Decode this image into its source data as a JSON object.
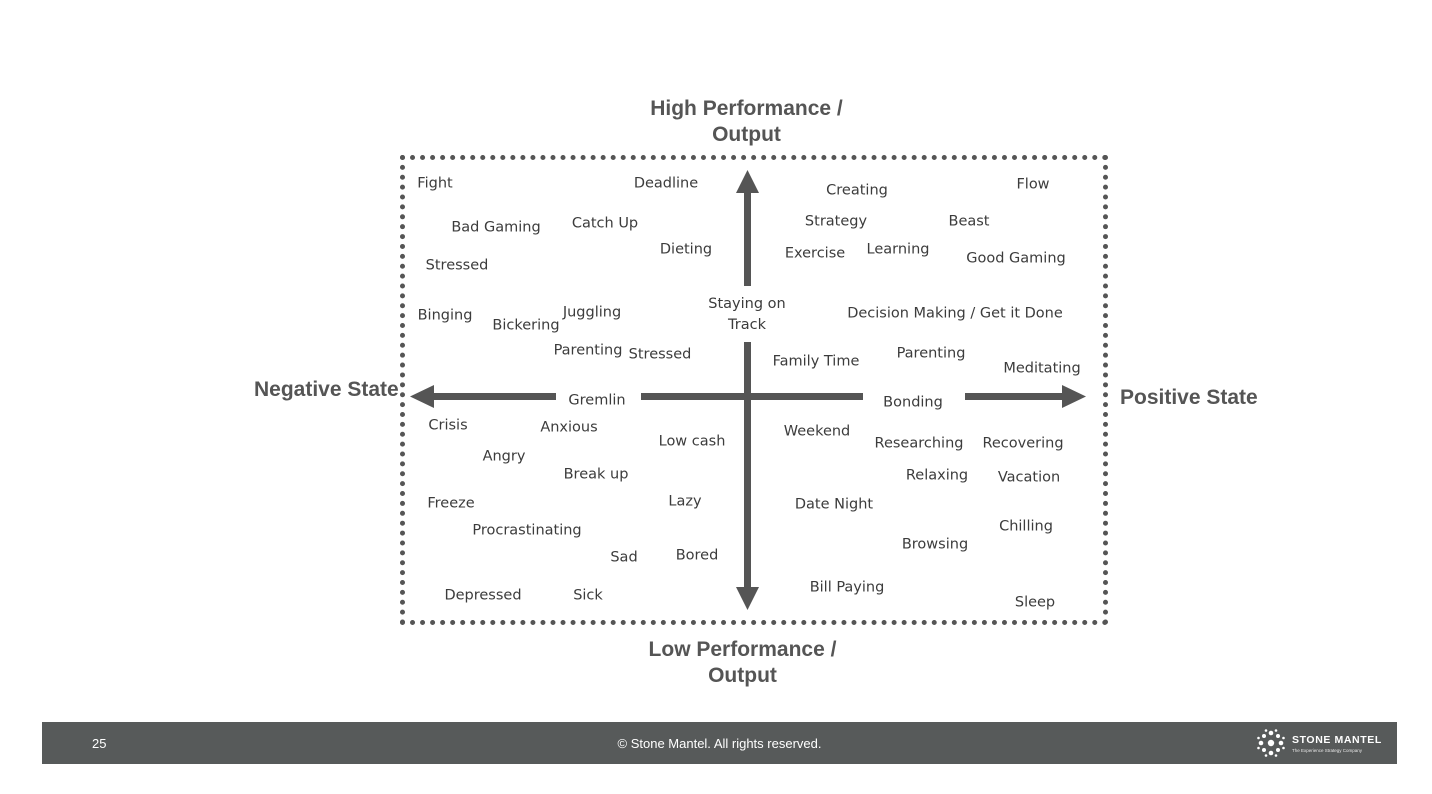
{
  "axes": {
    "top": [
      "High Performance /",
      "Output"
    ],
    "bottom": [
      "Low Performance /",
      "Output"
    ],
    "left": "Negative State",
    "right": "Positive State"
  },
  "words": [
    "Fight",
    "Bad Gaming",
    "Stressed",
    "Binging",
    "Bickering",
    "Juggling",
    "Parenting",
    "Stressed",
    "Catch Up",
    "Deadline",
    "Dieting",
    "Staying on\nTrack",
    "Creating",
    "Strategy",
    "Exercise",
    "Learning",
    "Beast",
    "Flow",
    "Good Gaming",
    "Decision Making / Get it Done",
    "Family Time",
    "Parenting",
    "Meditating",
    "Bonding",
    "Gremlin",
    "Crisis",
    "Anxious",
    "Angry",
    "Break up",
    "Low cash",
    "Freeze",
    "Procrastinating",
    "Lazy",
    "Sad",
    "Bored",
    "Depressed",
    "Sick",
    "Weekend",
    "Researching",
    "Recovering",
    "Relaxing",
    "Vacation",
    "Date Night",
    "Chilling",
    "Browsing",
    "Bill Paying",
    "Sleep"
  ],
  "footer": {
    "page_number": "25",
    "copyright": "© Stone Mantel. All rights reserved.",
    "logo_text": "STONE MANTEL",
    "logo_tagline": "The Experience Strategy Company"
  },
  "colors": {
    "axis": "#555555",
    "text": "#3c3c3c",
    "footer": "#575a5a"
  }
}
